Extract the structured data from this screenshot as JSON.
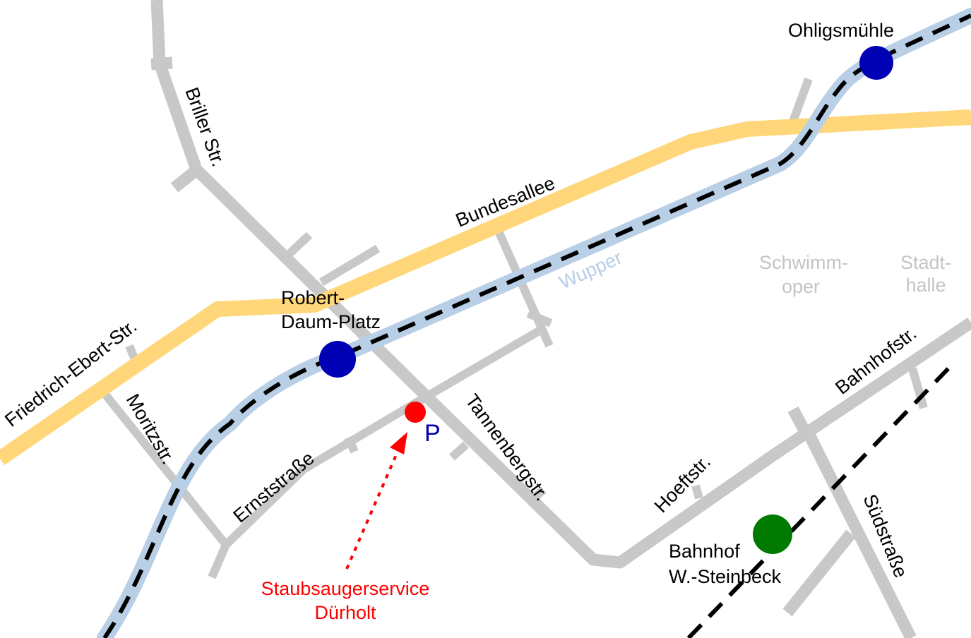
{
  "colors": {
    "street": "#c8c8c8",
    "main_road": "#ffd77a",
    "river": "#b8cfe6",
    "railway": "#000000",
    "tram_stop": "#0000b4",
    "train_station": "#007a00",
    "target": "#ff0000",
    "parking": "#0000b4",
    "landmark_text": "#c4c4c4"
  },
  "streets": {
    "briller": "Briller Str.",
    "bundesallee": "Bundesallee",
    "friedrich_ebert": "Friedrich-Ebert-Str.",
    "moritz": "Moritzstr.",
    "ernst": "Ernststraße",
    "tannenberg": "Tannenbergstr.",
    "hoeft": "Hoeftstr.",
    "bahnhof": "Bahnhofstr.",
    "sued": "Südstraße"
  },
  "river": {
    "name": "Wupper"
  },
  "stops": {
    "ohligsmuehle": "Ohligsmühle",
    "robert_daum_line1": "Robert-",
    "robert_daum_line2": "Daum-Platz",
    "station_line1": "Bahnhof",
    "station_line2": "W.-Steinbeck"
  },
  "landmarks": {
    "schwimmoper_line1": "Schwimm-",
    "schwimmoper_line2": "oper",
    "stadthalle_line1": "Stadt-",
    "stadthalle_line2": "halle"
  },
  "target": {
    "name_line1": "Staubsaugerservice",
    "name_line2": "Dürholt",
    "parking": "P",
    "marker_icon": "location-dot-icon",
    "pointer_icon": "dotted-arrow-icon"
  }
}
